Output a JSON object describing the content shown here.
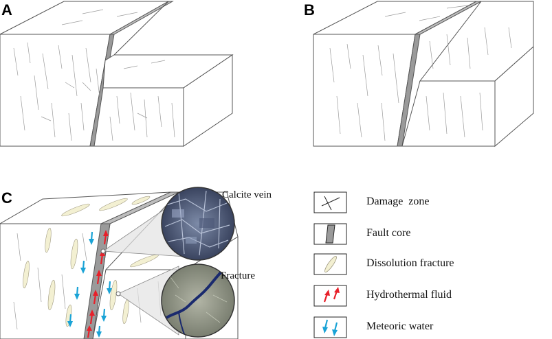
{
  "panels": {
    "a": "A",
    "b": "B",
    "c": "C"
  },
  "callouts": {
    "calcite_vein": "Calcite vein",
    "fracture": "Fracture"
  },
  "legend": {
    "damage_zone": "Damage  zone",
    "fault_core": "Fault core",
    "dissolution_fracture": "Dissolution fracture",
    "hydrothermal_fluid": "Hydrothermal fluid",
    "meteoric_water": "Meteoric water"
  },
  "colors": {
    "fault_core": "#9a9a9a",
    "dissolution": "#f3f0d2",
    "hydrothermal": "#e8202a",
    "meteoric": "#1aa3d6"
  }
}
